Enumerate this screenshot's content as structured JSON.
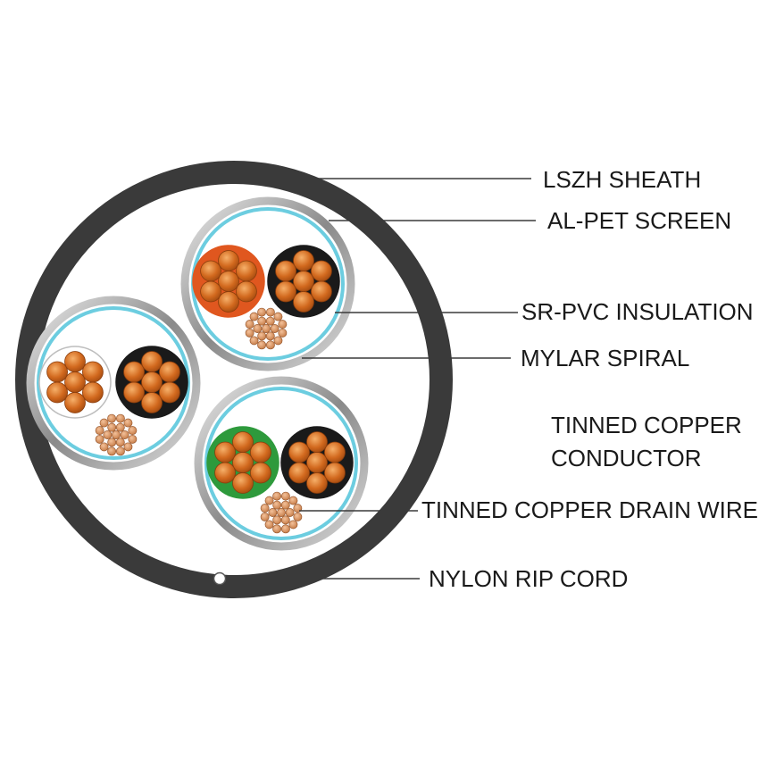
{
  "labels": {
    "sheath": "LSZH SHEATH",
    "screen": "AL-PET SCREEN",
    "insulation": "SR-PVC INSULATION",
    "spiral": "MYLAR SPIRAL",
    "conductor_line1": "TINNED COPPER",
    "conductor_line2": "CONDUCTOR",
    "drain": "TINNED COPPER DRAIN WIRE",
    "ripcord": "NYLON RIP CORD"
  },
  "colors": {
    "sheath": "#3a3a3a",
    "screen_ring": "#9e9e9e",
    "spiral": "#6ccde0",
    "copper": "#d2691e",
    "copper_highlight": "#f2a45a",
    "drain_copper": "#cd8a5a",
    "insulation_orange": "#e0571f",
    "insulation_black": "#1a1a1a",
    "insulation_green": "#2e9a3c",
    "insulation_white": "#ffffff"
  },
  "pairs": [
    {
      "name": "pair-top",
      "cores": [
        "insulation_orange",
        "insulation_black"
      ]
    },
    {
      "name": "pair-left",
      "cores": [
        "insulation_white",
        "insulation_black"
      ]
    },
    {
      "name": "pair-bottom",
      "cores": [
        "insulation_green",
        "insulation_black"
      ]
    }
  ]
}
